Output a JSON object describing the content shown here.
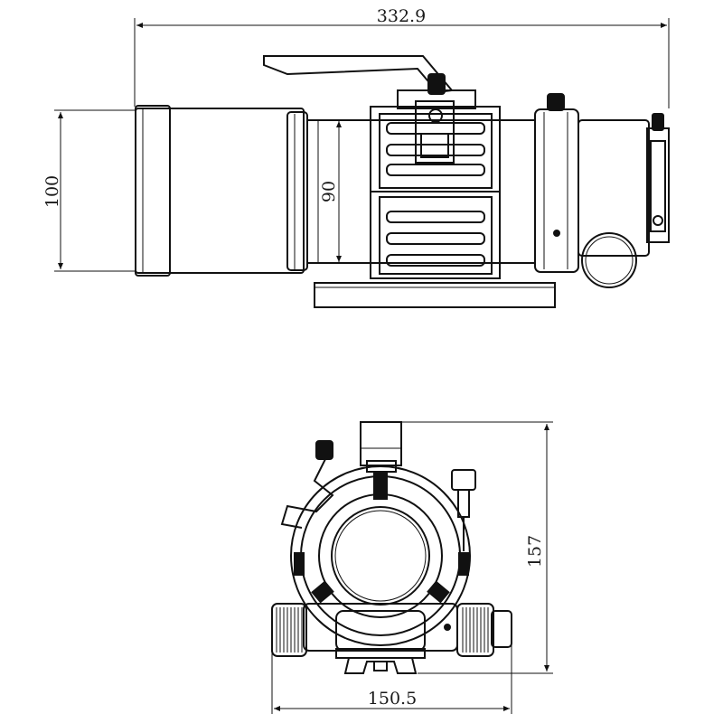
{
  "dimensions": {
    "overall_length": "332.9",
    "dew_shield_diameter": "100",
    "tube_diameter": "90",
    "front_view_height": "157",
    "front_view_width": "150.5"
  },
  "colors": {
    "line": "#111111",
    "background": "#ffffff"
  }
}
